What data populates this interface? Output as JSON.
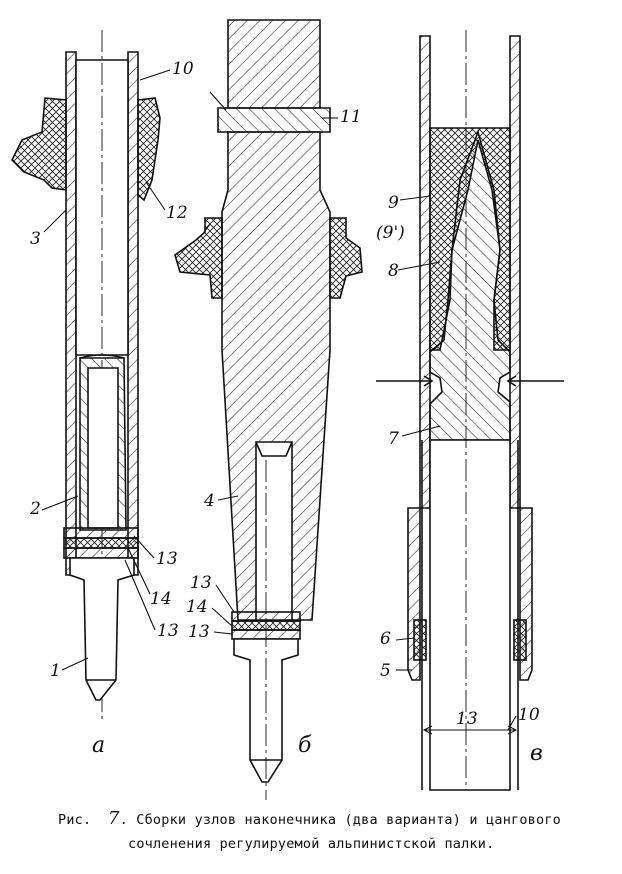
{
  "figure": {
    "labels": {
      "p1": "1",
      "p2": "2",
      "p3": "3",
      "p4": "4",
      "p5": "5",
      "p6": "6",
      "p7": "7",
      "p8": "8",
      "p9": "9",
      "p9b": "(9')",
      "p10a": "10",
      "p10b": "10",
      "p11": "11",
      "p12": "12",
      "p13a": "13",
      "p13b": "13",
      "p13c": "13",
      "p13d": "13",
      "p14a": "14",
      "p14b": "14",
      "dim13": "13"
    },
    "subfigures": {
      "a": "а",
      "b": "б",
      "c": "в"
    }
  },
  "caption": {
    "prefix": "Рис.",
    "number": "7",
    "line1": ". Сборки узлов наконечника (два варианта) и цангового",
    "line2": "сочленения регулируемой альпинистской палки."
  }
}
